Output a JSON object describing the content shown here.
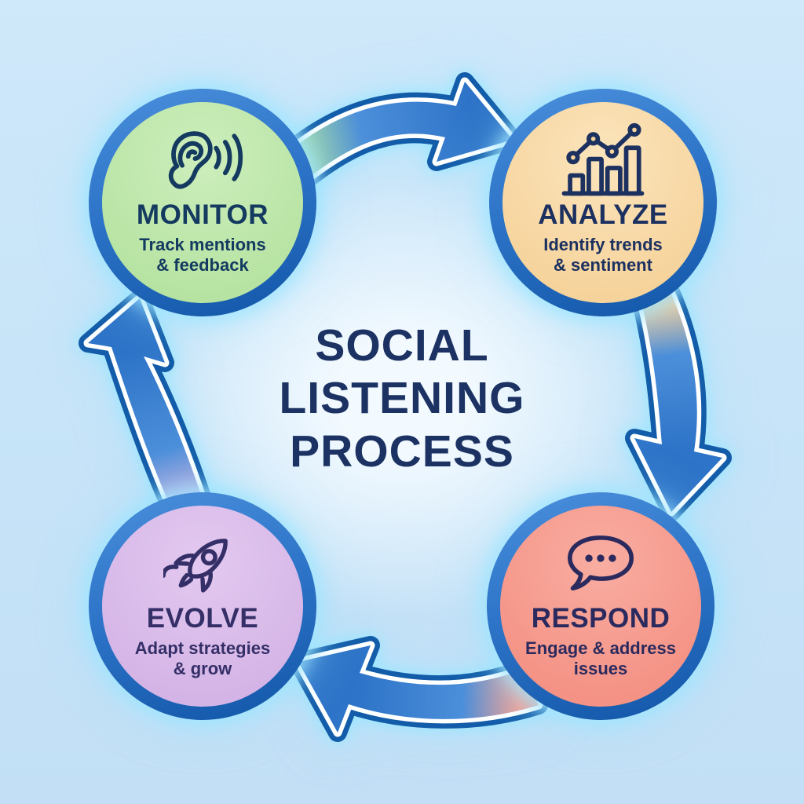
{
  "title": {
    "lines": [
      "SOCIAL",
      "LISTENING",
      "PROCESS"
    ],
    "color": "#1b3263"
  },
  "stages": [
    {
      "id": "monitor",
      "label": "MONITOR",
      "description": "Track mentions & feedback",
      "description_lines": [
        "Track mentions",
        "& feedback"
      ],
      "icon": "ear-listening-icon",
      "circle_color": "#b9e4a6",
      "text_color": "#143a60",
      "position": "top-left"
    },
    {
      "id": "analyze",
      "label": "ANALYZE",
      "description": "Identify trends & sentiment",
      "description_lines": [
        "Identify trends",
        "& sentiment"
      ],
      "icon": "bar-chart-trend-icon",
      "circle_color": "#f7d6a0",
      "text_color": "#1c3160",
      "position": "top-right"
    },
    {
      "id": "respond",
      "label": "RESPOND",
      "description": "Engage & address issues",
      "description_lines": [
        "Engage & address",
        "issues"
      ],
      "icon": "chat-bubble-icon",
      "circle_color": "#f59589",
      "text_color": "#2b2a5e",
      "position": "bottom-right"
    },
    {
      "id": "evolve",
      "label": "EVOLVE",
      "description": "Adapt strategies & grow",
      "description_lines": [
        "Adapt strategies",
        "& grow"
      ],
      "icon": "rocket-icon",
      "circle_color": "#d6b7e7",
      "text_color": "#352f68",
      "position": "bottom-left"
    }
  ],
  "flow": [
    "MONITOR",
    "ANALYZE",
    "RESPOND",
    "EVOLVE"
  ],
  "flow_direction": "clockwise",
  "colors": {
    "background": "#c7e4f8",
    "center_glow": "#f1f8fe",
    "arrow_fill": "#3b84d4",
    "arrow_outline_dark": "#125ca9",
    "arrow_outline_white": "#ffffff",
    "ring_gradient_top": "#4a90dc",
    "ring_gradient_bottom": "#1156a7",
    "glow": "#9ee5ff",
    "title_color": "#1b3263"
  }
}
